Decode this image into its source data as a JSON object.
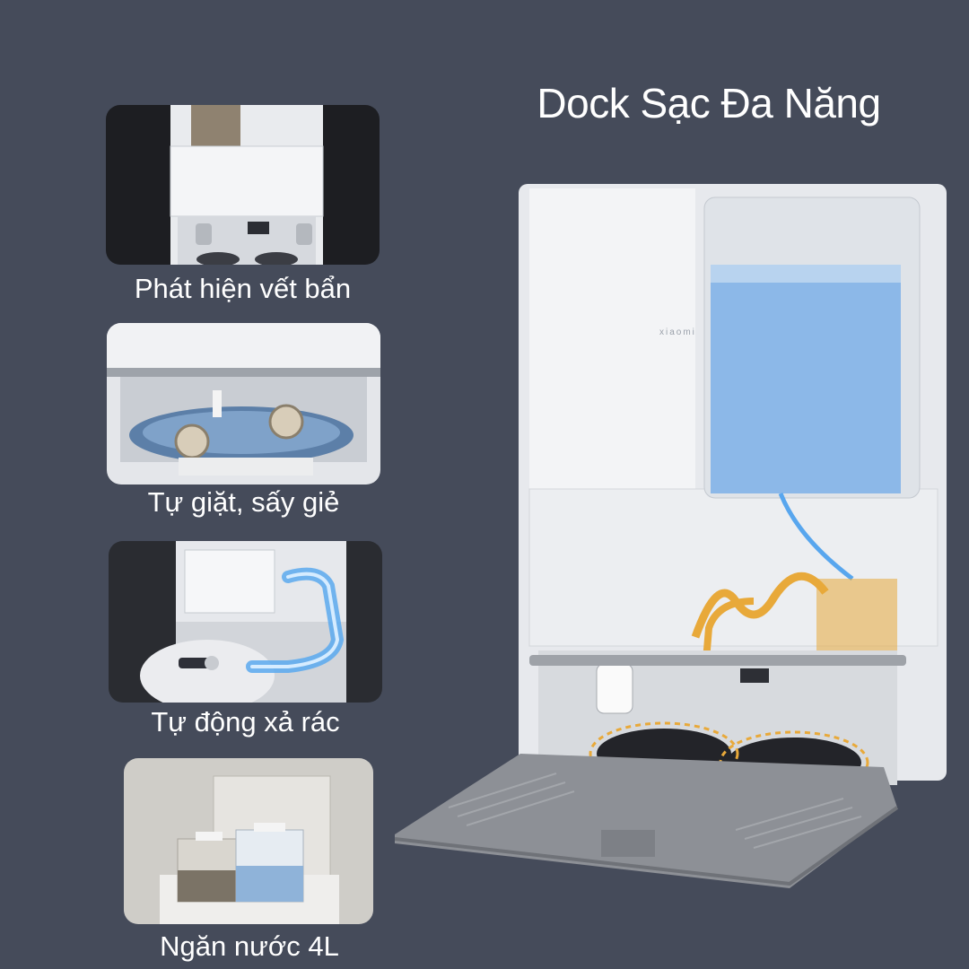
{
  "title": "Dock Sạc Đa Năng",
  "brand_text": "xiaomi",
  "features": [
    {
      "label": "Phát hiện vết bẩn"
    },
    {
      "label": "Tự giặt, sấy giẻ"
    },
    {
      "label": "Tự động xả rác"
    },
    {
      "label": "Ngăn nước 4L"
    }
  ],
  "colors": {
    "background": "#454b5a",
    "water": "#6ea6e0",
    "dock_white": "#eef0f3",
    "base_gray": "#8d9096",
    "highlight": "#e8a93a"
  }
}
